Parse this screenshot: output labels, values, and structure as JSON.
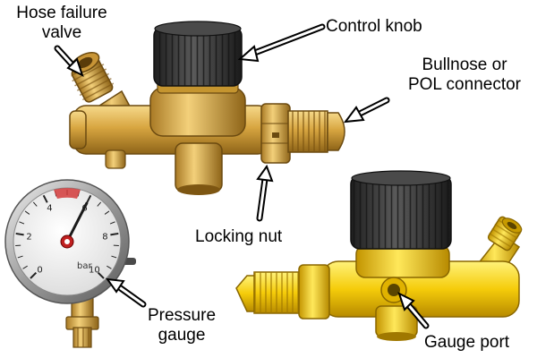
{
  "labels": {
    "hose_failure_valve": [
      "Hose failure",
      "valve"
    ],
    "control_knob": "Control knob",
    "bullnose_connector": [
      "Bullnose or",
      "POL connector"
    ],
    "locking_nut": "Locking nut",
    "pressure_gauge": [
      "Pressure",
      "gauge"
    ],
    "gauge_port": "Gauge port"
  },
  "gauge": {
    "unit": "bar",
    "ticks": [
      "0",
      "2",
      "4",
      "6",
      "8",
      "10"
    ],
    "reading_fraction": 0.6
  },
  "colors": {
    "brass_light": "#f0c96a",
    "brass_mid": "#d6a33c",
    "brass_dark": "#9a6b1c",
    "yellow_light": "#ffe64a",
    "yellow_mid": "#f3c800",
    "yellow_dark": "#b88a00",
    "knob": "#3a3a3a",
    "gauge_dial": "#f4f4f4",
    "needle": "#c02020"
  }
}
